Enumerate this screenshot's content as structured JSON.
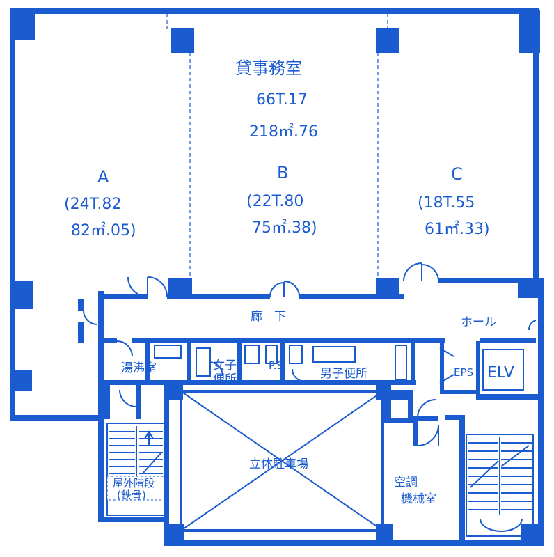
{
  "title": "貸事務室",
  "total_tsubo": "66T.17",
  "total_m2": "218㎡.76",
  "rooms": {
    "a": {
      "name": "A",
      "tsubo": "(24T.82",
      "m2": "82㎡.05)"
    },
    "b": {
      "name": "B",
      "tsubo": "(22T.80",
      "m2": "75㎡.38)"
    },
    "c": {
      "name": "C",
      "tsubo": "(18T.55",
      "m2": "61㎡.33)"
    }
  },
  "labels": {
    "corridor": "廊　下",
    "hall": "ホール",
    "kitchenette": "湯沸室",
    "womens_wc_1": "女子",
    "womens_wc_2": "便所",
    "ps": "P.S",
    "mens_wc": "男子便所",
    "eps": "EPS",
    "elv": "ELV",
    "parking": "立体駐車場",
    "machine_room_1": "空調",
    "machine_room_2": "機械室",
    "outdoor_stair_1": "屋外階段",
    "outdoor_stair_2": "(鉄骨)"
  },
  "colors": {
    "ink": "#1a5bd0",
    "paper": "#ffffff"
  }
}
